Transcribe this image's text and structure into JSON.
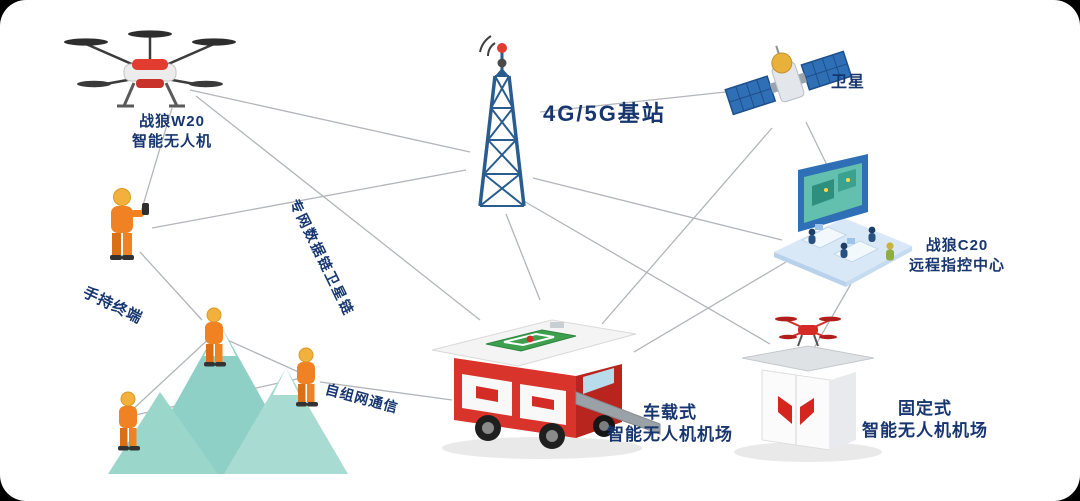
{
  "labels": {
    "drone": {
      "line1": "战狼W20",
      "line2": "智能无人机"
    },
    "base_station": "4G/5G基站",
    "satellite": "卫星",
    "command_center": {
      "line1": "战狼C20",
      "line2": "远程指控中心"
    },
    "handheld": "手持终端",
    "private_link": "专网数据链卫星链",
    "adhoc_link": "自组网通信",
    "vehicle_station": {
      "line1": "车载式",
      "line2": "智能无人机机场"
    },
    "fixed_station": {
      "line1": "固定式",
      "line2": "智能无人机机场"
    }
  },
  "illustrations": {
    "drone": "hexacopter-drone",
    "base_station": "lattice-tower-antenna",
    "satellite": "satellite-with-solar-panels",
    "command_center": "isometric-control-room",
    "handheld": "rescuer-with-handheld-terminal",
    "mountains": "mountain-mesh-network-scene",
    "vehicle_station": "red-truck-drone-airport",
    "fixed_station": "fixed-cabinet-drone-airport"
  },
  "connections": [
    {
      "from": "handheld-terminal",
      "to": "drone-w20"
    },
    {
      "from": "handheld-terminal",
      "to": "base-station"
    },
    {
      "from": "drone-w20",
      "to": "base-station"
    },
    {
      "from": "drone-w20",
      "to": "vehicle-station",
      "label": "专网数据链卫星链"
    },
    {
      "from": "base-station",
      "to": "satellite"
    },
    {
      "from": "base-station",
      "to": "command-center"
    },
    {
      "from": "base-station",
      "to": "vehicle-station"
    },
    {
      "from": "base-station",
      "to": "fixed-station"
    },
    {
      "from": "satellite",
      "to": "vehicle-station"
    },
    {
      "from": "satellite",
      "to": "command-center"
    },
    {
      "from": "vehicle-station",
      "to": "command-center"
    },
    {
      "from": "command-center",
      "to": "fixed-station"
    },
    {
      "from": "handheld-terminal",
      "to": "rescuer-1"
    },
    {
      "from": "rescuer-2",
      "to": "vehicle-station",
      "label": "自组网通信"
    },
    {
      "from": "rescuer-1",
      "to": "rescuer-2"
    },
    {
      "from": "rescuer-1",
      "to": "rescuer-3"
    },
    {
      "from": "rescuer-3",
      "to": "rescuer-2"
    }
  ],
  "colors": {
    "label_text": "#17366f",
    "connection_line": "#aaadb2",
    "tower_blue": "#2a5d8f",
    "panel_blue": "#2f6fb5",
    "drone_red": "#e23b30",
    "truck_red": "#d8342c",
    "suit_orange": "#f08223",
    "mountain_teal": "#8ed0c6",
    "helipad_green": "#3da04e",
    "background": "#ffffff"
  }
}
